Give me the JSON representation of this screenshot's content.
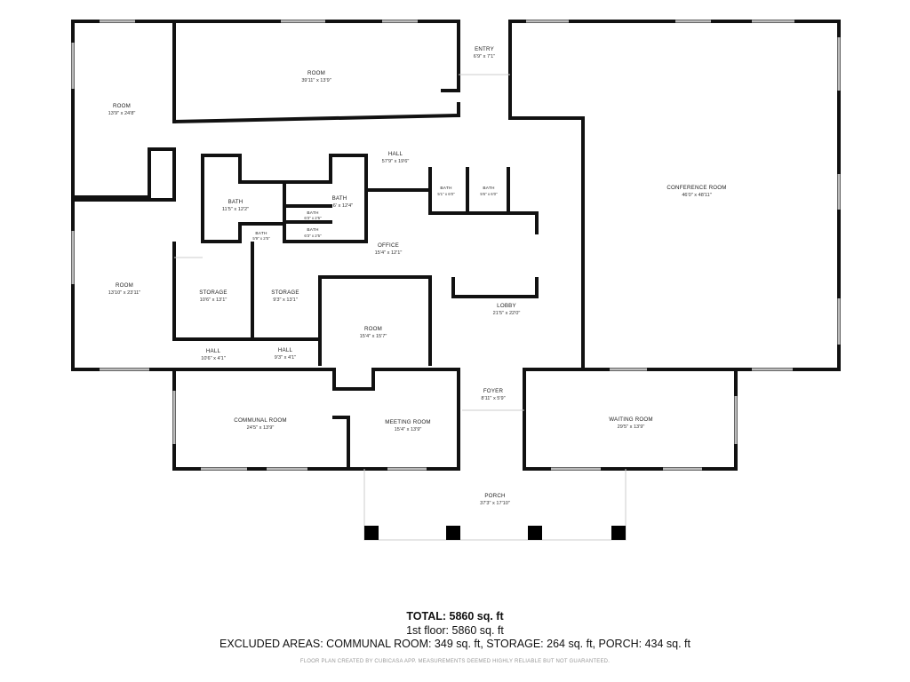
{
  "rooms": {
    "room_top_left": {
      "name": "ROOM",
      "dim": "13'9\" x 24'8\""
    },
    "room_top": {
      "name": "ROOM",
      "dim": "39'11\" x 13'9\""
    },
    "entry": {
      "name": "ENTRY",
      "dim": "6'9\" x 7'1\""
    },
    "conference": {
      "name": "CONFERENCE ROOM",
      "dim": "46'0\" x 48'11\""
    },
    "hall_main": {
      "name": "HALL",
      "dim": "57'9\" x 19'6\""
    },
    "bath_a": {
      "name": "BATH",
      "dim": "11'5\" x 12'2\""
    },
    "bath_b": {
      "name": "BATH",
      "dim": "6' x 12'4\""
    },
    "bath_c": {
      "name": "BATH",
      "dim": "6'3\" x 2'5\""
    },
    "bath_d": {
      "name": "BATH",
      "dim": "6'3\" x 2'5\""
    },
    "bath_e": {
      "name": "BATH",
      "dim": "5'9\" x 2'5\""
    },
    "bath_f": {
      "name": "BATH",
      "dim": "5'1\" x 6'0\""
    },
    "bath_g": {
      "name": "BATH",
      "dim": "5'6\" x 6'0\""
    },
    "office": {
      "name": "OFFICE",
      "dim": "15'4\" x 12'1\""
    },
    "room_left": {
      "name": "ROOM",
      "dim": "13'10\" x 23'11\""
    },
    "storage_a": {
      "name": "STORAGE",
      "dim": "10'6\" x 13'1\""
    },
    "storage_b": {
      "name": "STORAGE",
      "dim": "9'3\" x 13'1\""
    },
    "lobby": {
      "name": "LOBBY",
      "dim": "21'5\" x 22'0\""
    },
    "room_center": {
      "name": "ROOM",
      "dim": "15'4\" x 15'7\""
    },
    "hall_a": {
      "name": "HALL",
      "dim": "10'6\" x 4'1\""
    },
    "hall_b": {
      "name": "HALL",
      "dim": "9'3\" x 4'1\""
    },
    "foyer": {
      "name": "FOYER",
      "dim": "8'11\" x 5'9\""
    },
    "communal": {
      "name": "COMMUNAL ROOM",
      "dim": "24'5\" x 13'9\""
    },
    "meeting": {
      "name": "MEETING ROOM",
      "dim": "15'4\" x 13'9\""
    },
    "waiting": {
      "name": "WAITING ROOM",
      "dim": "29'5\" x 13'9\""
    },
    "porch": {
      "name": "PORCH",
      "dim": "37'3\" x 17'10\""
    }
  },
  "summary": {
    "total": "TOTAL: 5860 sq. ft",
    "floor1": "1st floor: 5860 sq. ft",
    "excluded": "EXCLUDED AREAS: COMMUNAL ROOM: 349 sq. ft, STORAGE: 264 sq. ft, PORCH: 434 sq. ft",
    "credit": "FLOOR PLAN CREATED BY CUBICASA APP. MEASUREMENTS DEEMED HIGHLY RELIABLE BUT NOT GUARANTEED."
  },
  "colors": {
    "wall": "#111111",
    "window": "#bbbbbb",
    "thin": "#cccccc"
  }
}
